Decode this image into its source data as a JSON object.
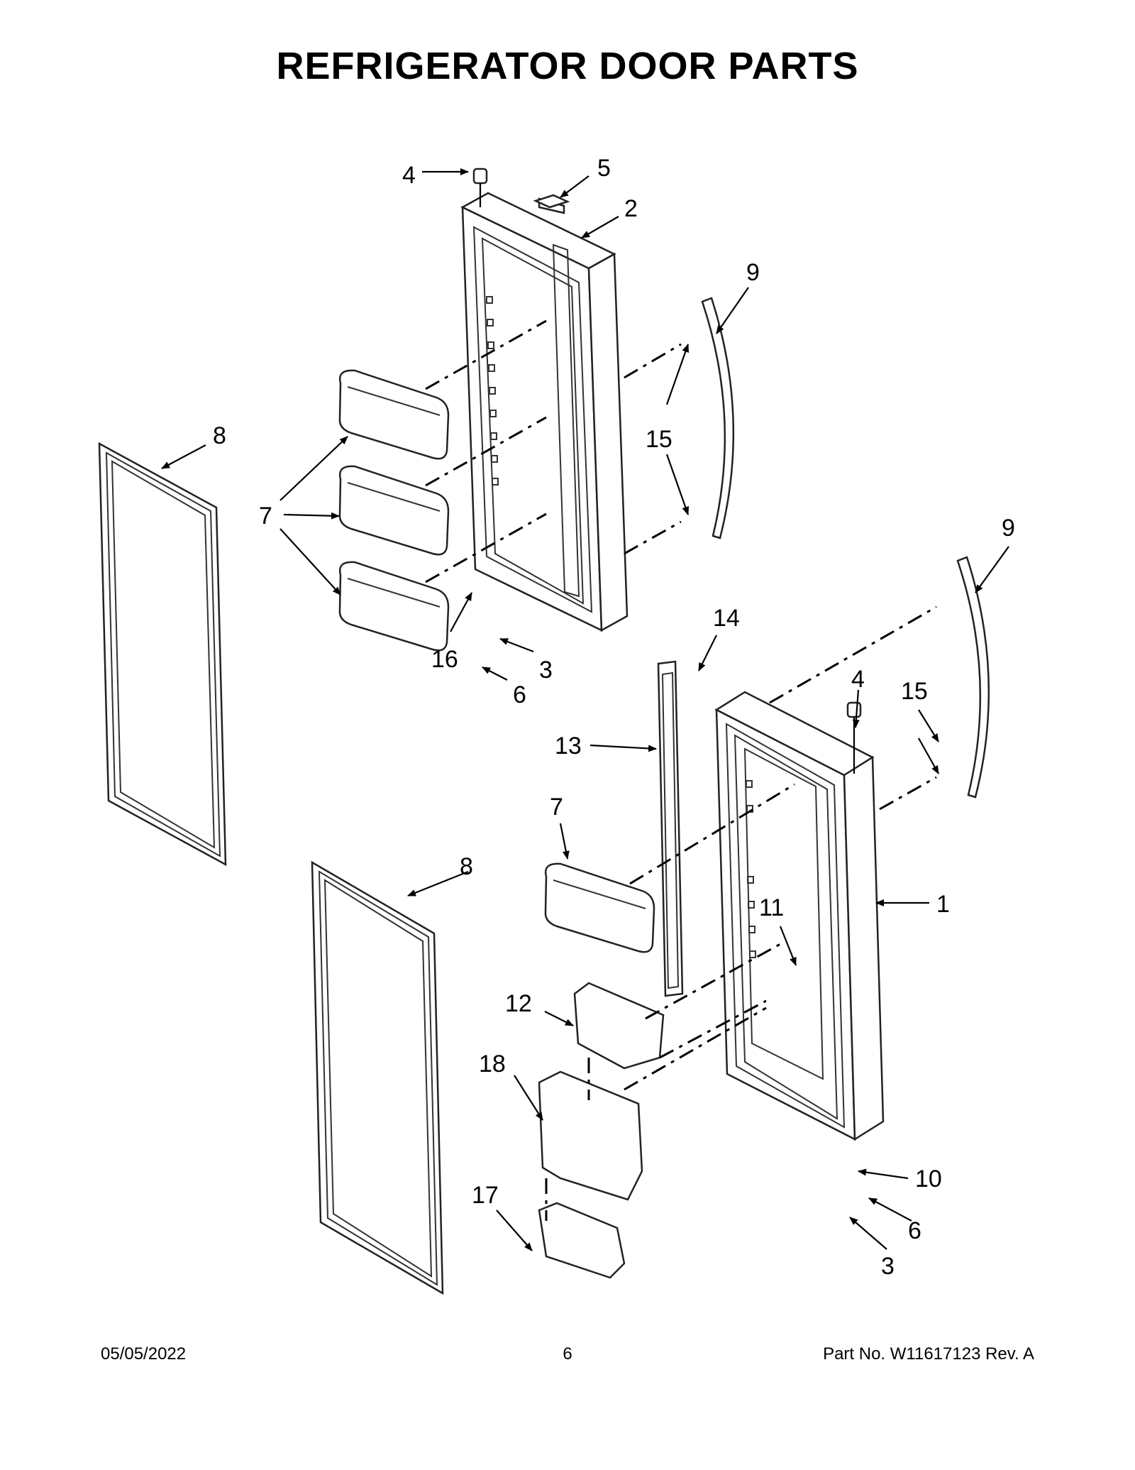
{
  "header": {
    "title": "REFRIGERATOR DOOR PARTS"
  },
  "footer": {
    "date": "05/05/2022",
    "page": "6",
    "part_number": "Part No.  W11617123  Rev.  A"
  },
  "callouts": [
    {
      "id": "c4a",
      "label": "4"
    },
    {
      "id": "c5",
      "label": "5"
    },
    {
      "id": "c2",
      "label": "2"
    },
    {
      "id": "c9a",
      "label": "9"
    },
    {
      "id": "c8a",
      "label": "8"
    },
    {
      "id": "c15a",
      "label": "15"
    },
    {
      "id": "c7a",
      "label": "7"
    },
    {
      "id": "c9b",
      "label": "9"
    },
    {
      "id": "c14",
      "label": "14"
    },
    {
      "id": "c16",
      "label": "16"
    },
    {
      "id": "c3a",
      "label": "3"
    },
    {
      "id": "c6a",
      "label": "6"
    },
    {
      "id": "c4b",
      "label": "4"
    },
    {
      "id": "c15b",
      "label": "15"
    },
    {
      "id": "c13",
      "label": "13"
    },
    {
      "id": "c7b",
      "label": "7"
    },
    {
      "id": "c8b",
      "label": "8"
    },
    {
      "id": "c11",
      "label": "11"
    },
    {
      "id": "c1",
      "label": "1"
    },
    {
      "id": "c12",
      "label": "12"
    },
    {
      "id": "c18",
      "label": "18"
    },
    {
      "id": "c10",
      "label": "10"
    },
    {
      "id": "c17",
      "label": "17"
    },
    {
      "id": "c6b",
      "label": "6"
    },
    {
      "id": "c3b",
      "label": "3"
    }
  ]
}
